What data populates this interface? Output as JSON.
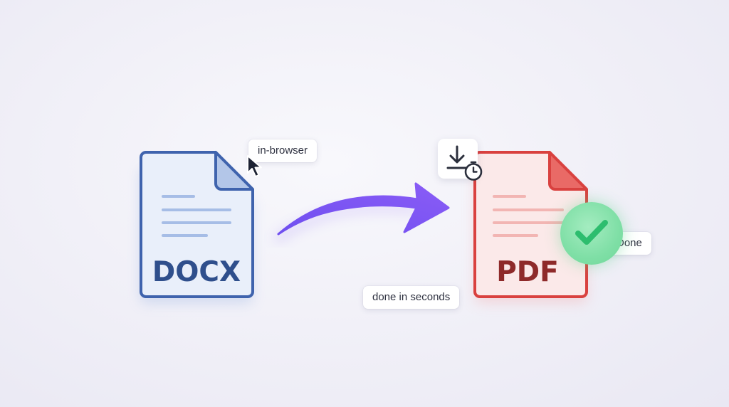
{
  "source_doc": {
    "label": "DOCX",
    "color": "#3f63ad",
    "fill": "#eaf0fb",
    "fold_fill": "#aec1e6"
  },
  "target_doc": {
    "label": "PDF",
    "color": "#d9413f",
    "fill": "#fbe9e9",
    "fold_fill": "#e86a66"
  },
  "arrow": {
    "color": "#7a55f0"
  },
  "tags": {
    "in_browser": "in-browser",
    "done_in_seconds": "done in seconds",
    "done": "Done"
  },
  "icons": {
    "cursor": "mouse-pointer-icon",
    "download": "download-icon",
    "timer": "stopwatch-icon",
    "check": "check-icon"
  },
  "status_color": "#2dbd6e"
}
